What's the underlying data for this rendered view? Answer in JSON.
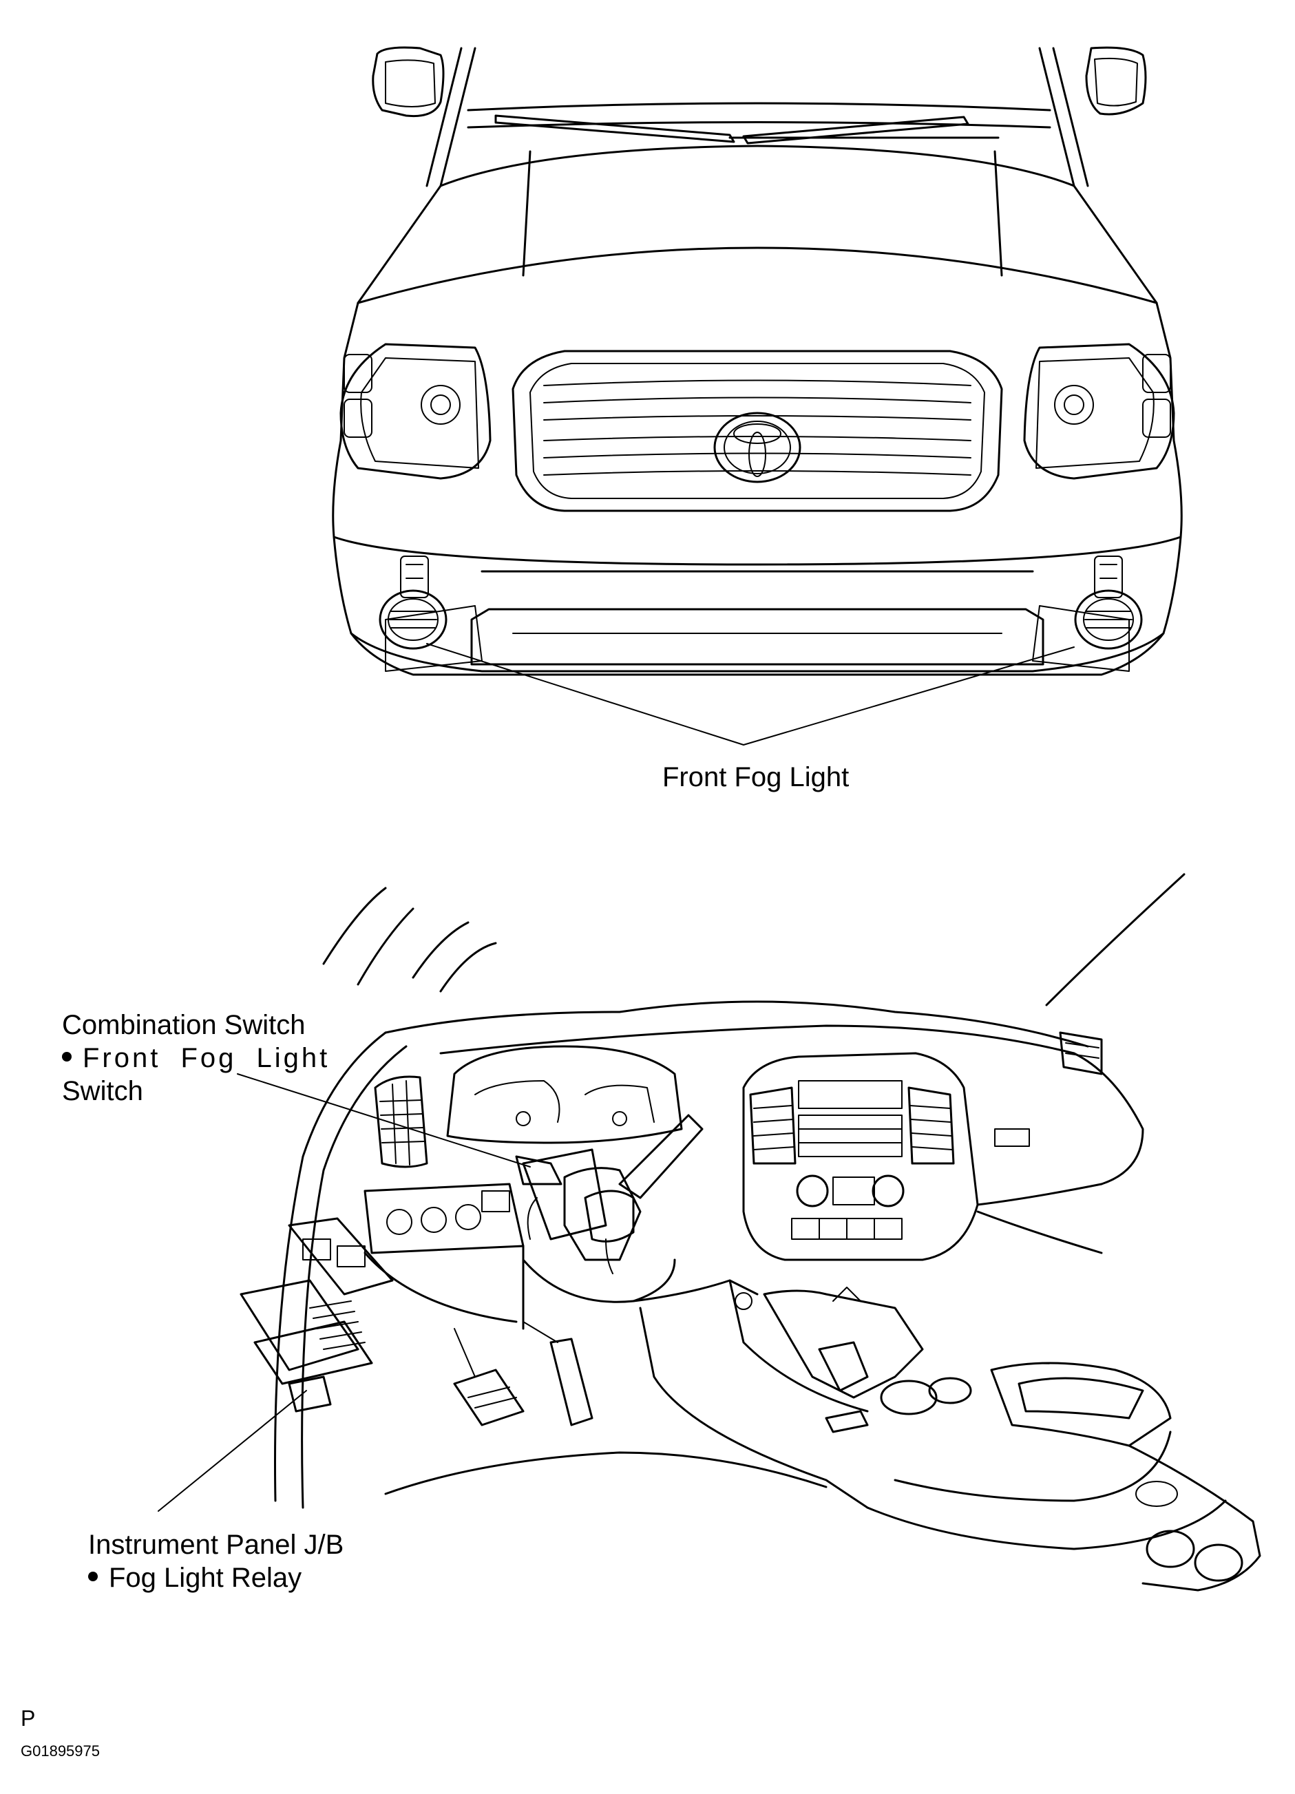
{
  "labels": {
    "front_fog_light": "Front Fog Light",
    "combination_switch": "Combination Switch",
    "front_fog_light_switch": "Front Fog Light",
    "switch": "Switch",
    "instrument_panel_jb": "Instrument Panel J/B",
    "fog_light_relay": "Fog Light Relay"
  },
  "footer": {
    "letter": "P",
    "code": "G01895975"
  }
}
